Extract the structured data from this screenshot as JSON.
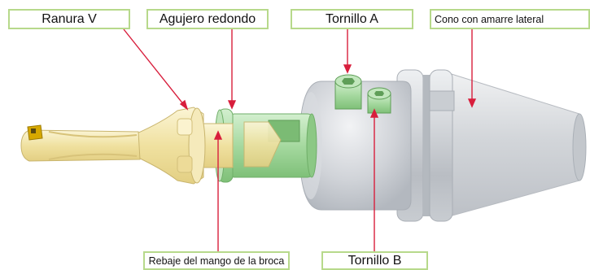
{
  "labels": {
    "ranura_v": "Ranura V",
    "agujero_redondo": "Agujero redondo",
    "tornillo_a": "Tornillo A",
    "cono": "Cono con amarre lateral",
    "rebaje": "Rebaje del mango de la broca",
    "tornillo_b": "Tornillo B"
  },
  "colors": {
    "leader": "#d81e3c",
    "label_border": "#b7d98b",
    "holder_metal": "#c9cdd3",
    "collar_green": "#9fd49a",
    "drill_cream": "#f2e6a6",
    "insert_gold": "#d6a800"
  },
  "icons": [
    "drill-icon",
    "collet-icon",
    "holder-body-icon",
    "cone-shank-icon",
    "screw-icon"
  ]
}
